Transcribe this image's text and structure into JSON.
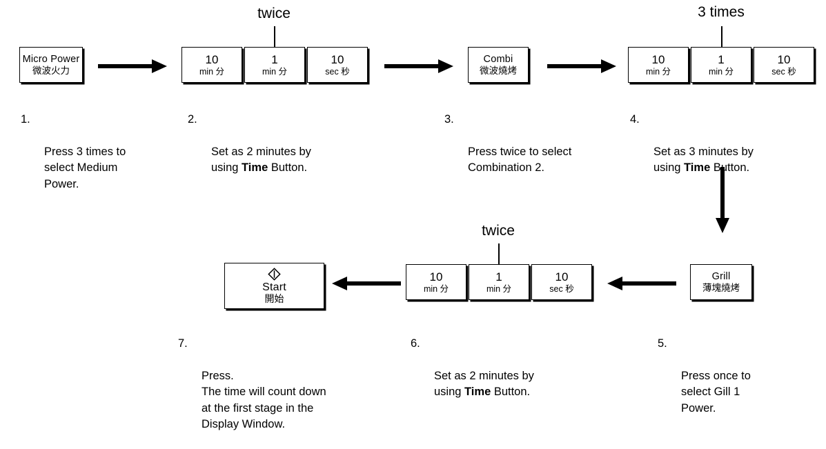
{
  "diagram": {
    "title_text": "",
    "annotations": [
      {
        "id": "annot-1",
        "label": "twice"
      },
      {
        "id": "annot-2",
        "label": "3 times"
      },
      {
        "id": "annot-3",
        "label": "twice"
      }
    ],
    "buttons": {
      "micro_power": {
        "en": "Micro Power",
        "cn": "微波火力",
        "icon": "microwave-power-button"
      },
      "combi": {
        "en": "Combi",
        "cn": "微波燒烤",
        "icon": "combination-button"
      },
      "grill": {
        "en": "Grill",
        "cn": "薄塊燒烤",
        "icon": "grill-button"
      },
      "start": {
        "en": "Start",
        "cn": "開始",
        "icon": "start-diamond-icon"
      }
    },
    "time_groups": [
      {
        "id": "time-group-1",
        "keys": [
          {
            "num": "10",
            "unit": "min 分"
          },
          {
            "num": "1",
            "unit": "min 分"
          },
          {
            "num": "10",
            "unit": "sec 秒"
          }
        ]
      },
      {
        "id": "time-group-2",
        "keys": [
          {
            "num": "10",
            "unit": "min 分"
          },
          {
            "num": "1",
            "unit": "min 分"
          },
          {
            "num": "10",
            "unit": "sec 秒"
          }
        ]
      },
      {
        "id": "time-group-3",
        "keys": [
          {
            "num": "10",
            "unit": "min 分"
          },
          {
            "num": "1",
            "unit": "min 分"
          },
          {
            "num": "10",
            "unit": "sec 秒"
          }
        ]
      }
    ],
    "steps": [
      {
        "number": "1.",
        "text_plain": "Press 3 times to\nselect Medium\nPower.",
        "html": "Press 3 times to\nselect Medium\nPower."
      },
      {
        "number": "2.",
        "text_plain": "Set as 2 minutes by\nusing Time Button.",
        "html": "Set as 2 minutes by\nusing <b>Time</b> Button."
      },
      {
        "number": "3.",
        "text_plain": "Press twice to select\nCombination 2.",
        "html": "Press twice to select\nCombination 2."
      },
      {
        "number": "4.",
        "text_plain": "Set as 3 minutes by\nusing Time Button.",
        "html": "Set as 3 minutes by\nusing <b>Time</b> Button."
      },
      {
        "number": "5.",
        "text_plain": "Press once to\nselect Gill 1\nPower.",
        "html": "Press once to\nselect Gill 1\nPower."
      },
      {
        "number": "6.",
        "text_plain": "Set as 2 minutes by\nusing Time Button.",
        "html": "Set as 2 minutes by\nusing <b>Time</b> Button."
      },
      {
        "number": "7.",
        "text_plain": "Press.\nThe time will count down\nat the first stage in the\nDisplay Window.",
        "html": "Press.\nThe time will count down\nat the first stage in the\nDisplay Window."
      }
    ],
    "arrows": [
      {
        "id": "arrow-1",
        "direction": "right"
      },
      {
        "id": "arrow-2",
        "direction": "right"
      },
      {
        "id": "arrow-3",
        "direction": "right"
      },
      {
        "id": "arrow-4",
        "direction": "down"
      },
      {
        "id": "arrow-5",
        "direction": "left"
      },
      {
        "id": "arrow-6",
        "direction": "left"
      }
    ],
    "colors": {
      "ink": "#000000",
      "background": "#ffffff"
    }
  }
}
